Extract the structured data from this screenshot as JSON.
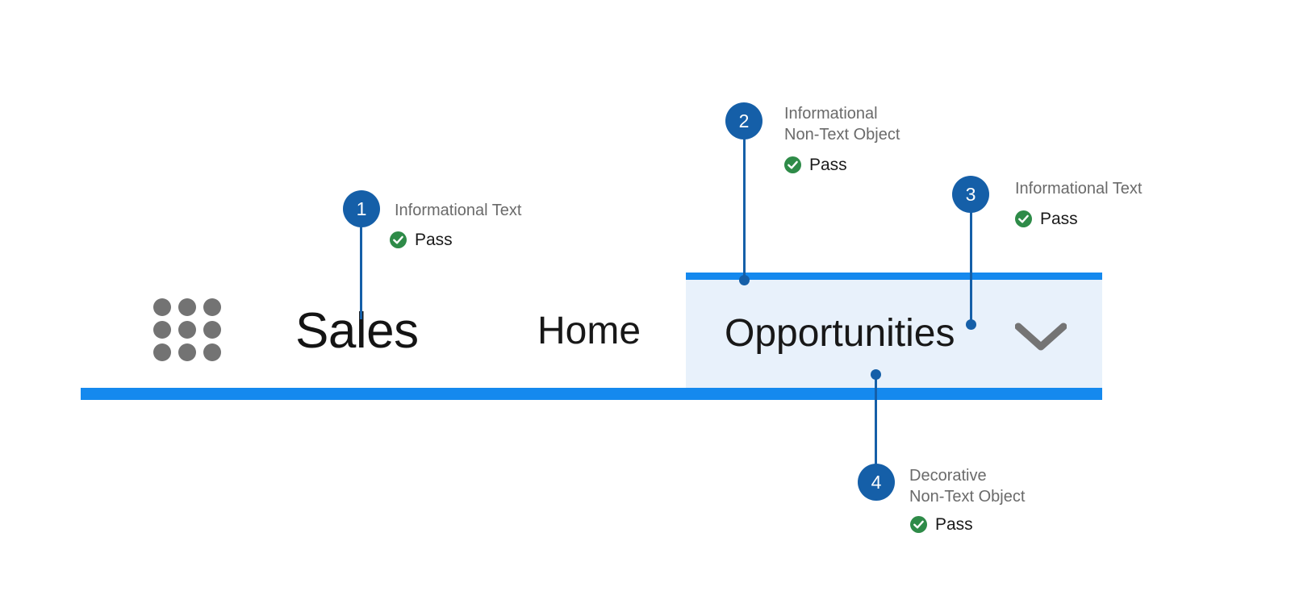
{
  "navbar": {
    "waffle_icon": "app-launcher-waffle-icon",
    "app_name": "Sales",
    "tabs": [
      {
        "label": "Home",
        "active": false
      },
      {
        "label": "Opportunities",
        "active": true,
        "dropdown_icon": "chevron-down-icon"
      }
    ],
    "colors": {
      "brand_blue": "#1589ee",
      "active_tab_bg": "#e8f1fb",
      "waffle_dot": "#737373",
      "chevron": "#747474"
    }
  },
  "annotations": [
    {
      "number": "1",
      "label": "Informational Text",
      "result": "Pass",
      "result_icon": "check-circle-icon",
      "target": "app-name"
    },
    {
      "number": "2",
      "label": "Informational\nNon-Text Object",
      "result": "Pass",
      "result_icon": "check-circle-icon",
      "target": "active-tab-top-border"
    },
    {
      "number": "3",
      "label": "Informational Text",
      "result": "Pass",
      "result_icon": "check-circle-icon",
      "target": "active-tab-label"
    },
    {
      "number": "4",
      "label": "Decorative\nNon-Text Object",
      "result": "Pass",
      "result_icon": "check-circle-icon",
      "target": "active-tab-background"
    }
  ],
  "colors": {
    "marker": "#155fa8",
    "leader": "#155fa8",
    "label_text": "#6a6a6a",
    "pass_green": "#2e8b48"
  }
}
